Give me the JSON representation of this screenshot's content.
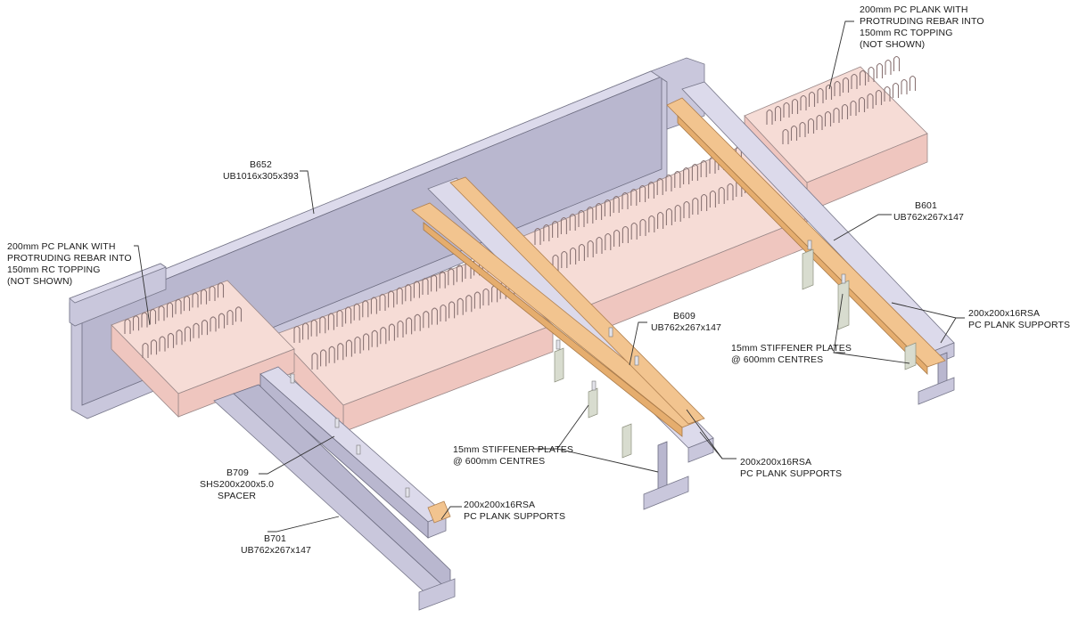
{
  "diagram": {
    "labels": {
      "plank_top_right": {
        "l1": "200mm PC PLANK WITH",
        "l2": "PROTRUDING REBAR INTO",
        "l3": "150mm RC TOPPING",
        "l4": "(NOT SHOWN)"
      },
      "plank_left": {
        "l1": "200mm PC PLANK WITH",
        "l2": "PROTRUDING REBAR INTO",
        "l3": "150mm RC TOPPING",
        "l4": "(NOT SHOWN)"
      },
      "b652": {
        "id": "B652",
        "spec": "UB1016x305x393"
      },
      "b601": {
        "id": "B601",
        "spec": "UB762x267x147"
      },
      "b609": {
        "id": "B609",
        "spec": "UB762x267x147"
      },
      "b709": {
        "id": "B709",
        "spec": "SHS200x200x5.0",
        "role": "SPACER"
      },
      "b701": {
        "id": "B701",
        "spec": "UB762x267x147"
      },
      "rsa_right": {
        "l1": "200x200x16RSA",
        "l2": "PC PLANK SUPPORTS"
      },
      "rsa_mid": {
        "l1": "200x200x16RSA",
        "l2": "PC PLANK SUPPORTS"
      },
      "rsa_left": {
        "l1": "200x200x16RSA",
        "l2": "PC PLANK SUPPORTS"
      },
      "stiffener_right": {
        "l1": "15mm STIFFENER PLATES",
        "l2": "@ 600mm CENTRES"
      },
      "stiffener_mid": {
        "l1": "15mm STIFFENER PLATES",
        "l2": "@ 600mm CENTRES"
      }
    },
    "colors": {
      "steel": "#dcdaeb",
      "plank": "#f6dcd6",
      "angle": "#f2c48f"
    }
  }
}
